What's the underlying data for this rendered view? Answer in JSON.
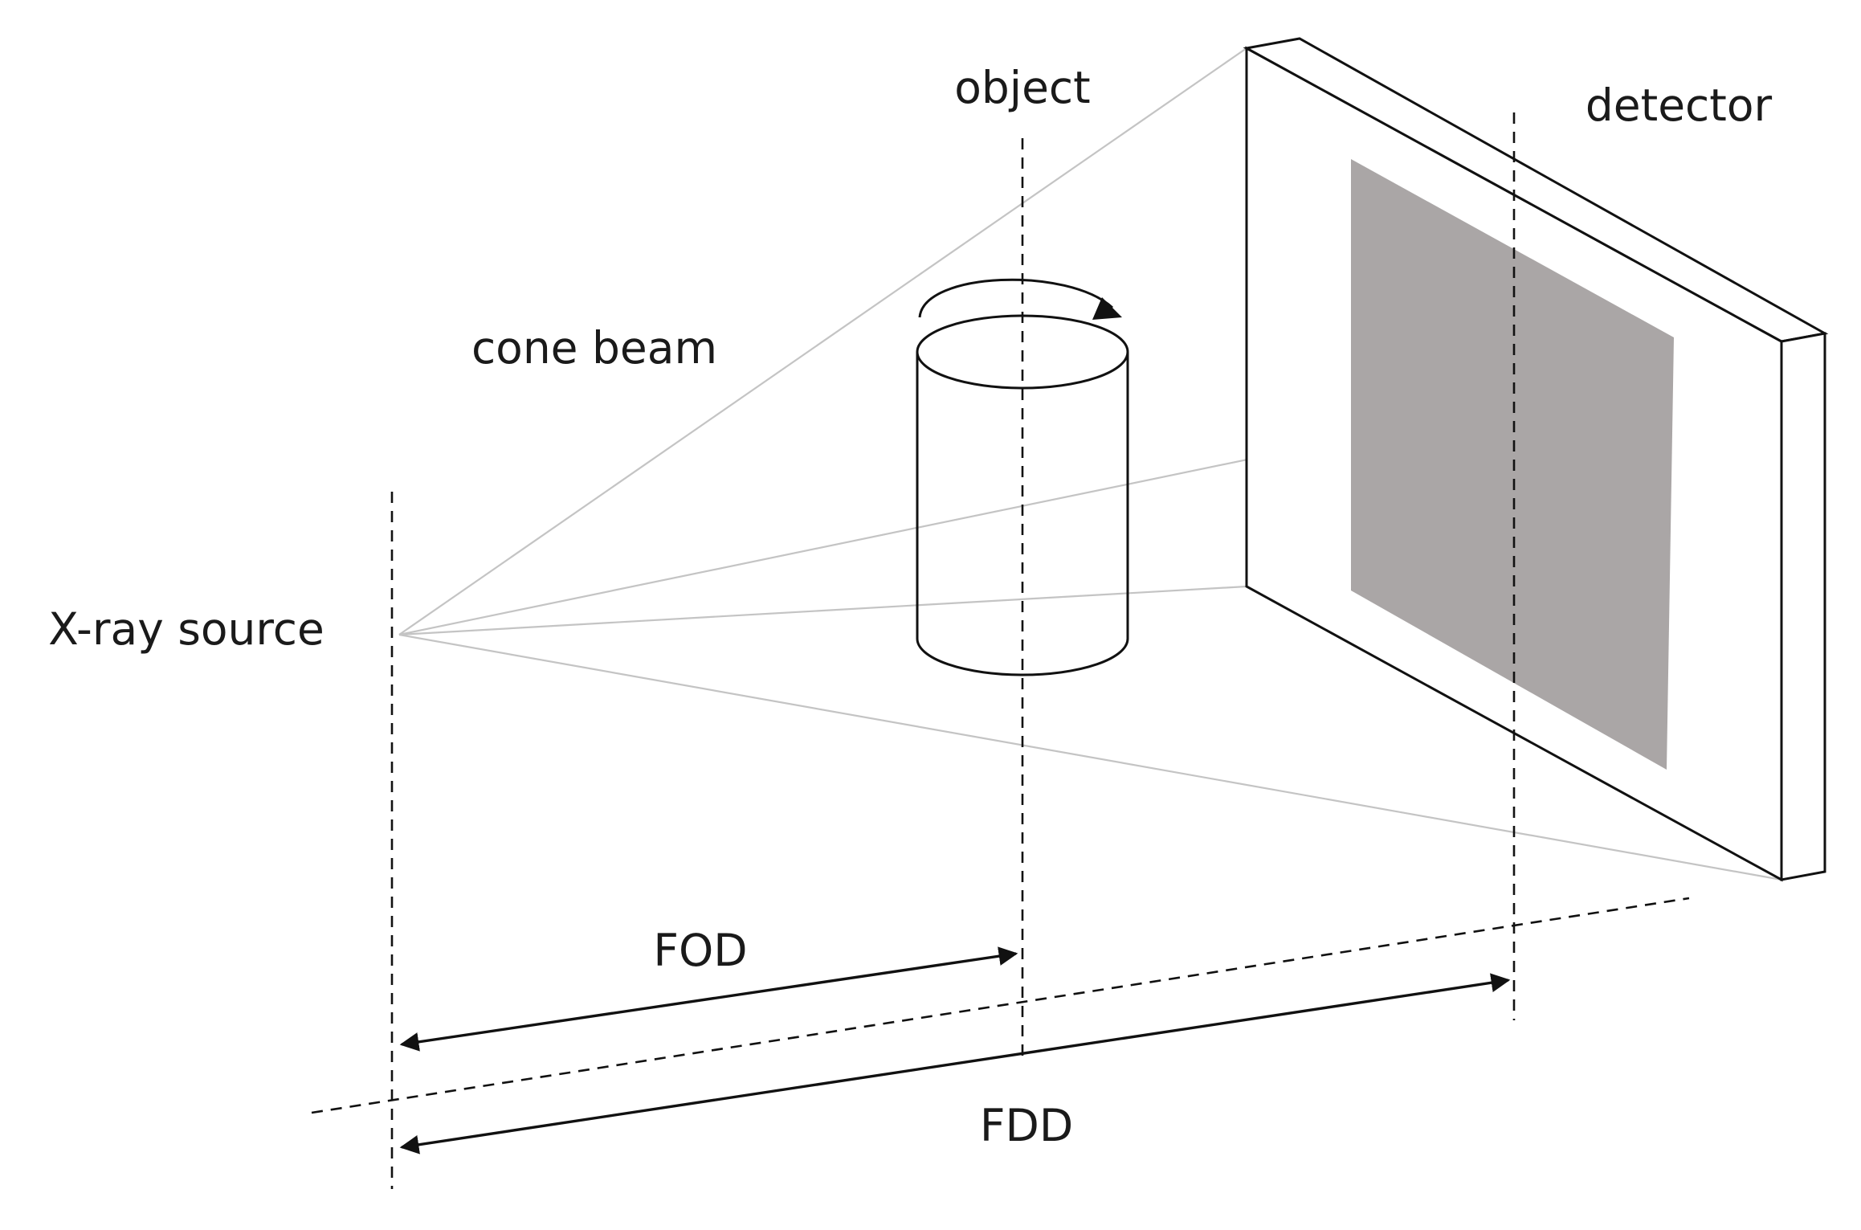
{
  "labels": {
    "object": "object",
    "detector": "detector",
    "cone_beam": "cone beam",
    "xray_source": "X-ray source",
    "fod": "FOD",
    "fdd": "FDD"
  },
  "colors": {
    "detector_active_area": "#aaa6a6",
    "beam_lines": "#c4c4c4",
    "lines": "#111111"
  }
}
